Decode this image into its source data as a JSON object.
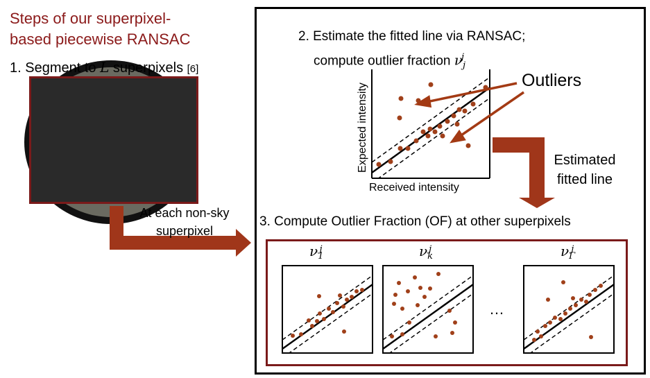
{
  "title_line1": "Steps of our superpixel-",
  "title_line2": "based piecewise RANSAC",
  "step1": {
    "prefix": "1. Segment to ",
    "var": "L",
    "suffix": " superpixels",
    "ref": "[6]"
  },
  "step2": {
    "line1": "2. Estimate the fitted line via RANSAC;",
    "line2": "compute outlier fraction ",
    "var": "ν",
    "sub": "j",
    "sup": "j"
  },
  "outliers_label": "Outliers",
  "axes": {
    "ylabel": "Expected intensity",
    "xlabel": "Received intensity"
  },
  "estimated": {
    "line1": "Estimated",
    "line2": "fitted line"
  },
  "arrow_label": {
    "line1": "At each non-sky",
    "line2": "superpixel"
  },
  "step3": "3. Compute Outlier Fraction (OF) at other superpixels",
  "panels": [
    {
      "var": "ν",
      "sub": "1",
      "sup": "j"
    },
    {
      "var": "ν",
      "sub": "k",
      "sup": "j"
    },
    {
      "var": "ν",
      "sub": "Γ",
      "sup": "j"
    }
  ],
  "ellipsis": "…",
  "colors": {
    "accent": "#8b1a1a",
    "arrow": "#a33a14",
    "dot": "#a0401a"
  }
}
